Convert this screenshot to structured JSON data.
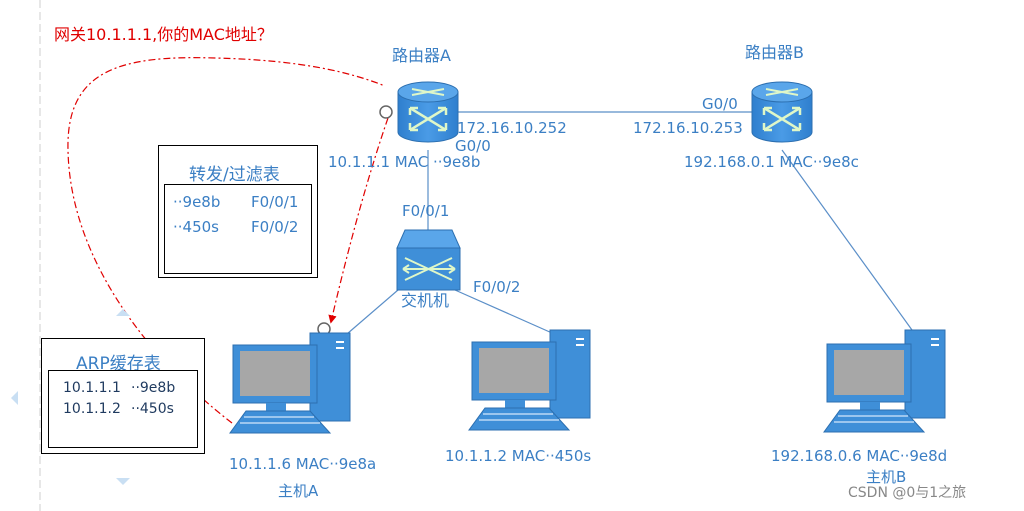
{
  "question": "网关10.1.1.1,你的MAC地址？",
  "routerA": {
    "name": "路由器A",
    "lan_info": "10.1.1.1 MAC ··9e8b",
    "wan_ip": "172.16.10.252",
    "lan_port": "G0/0"
  },
  "routerB": {
    "name": "路由器B",
    "wan_port": "G0/0",
    "wan_ip": "172.16.10.253",
    "lan_info": "192.168.0.1 MAC··9e8c"
  },
  "switch": {
    "name": "交机机",
    "port_up": "F0/0/1",
    "port_right": "F0/0/2"
  },
  "forward_table": {
    "title": "转发/过滤表",
    "rows": [
      {
        "mac": "··9e8b",
        "port": "F0/0/1"
      },
      {
        "mac": "··450s",
        "port": "F0/0/2"
      }
    ]
  },
  "arp_table": {
    "title": "ARP缓存表",
    "rows": [
      {
        "ip": "10.1.1.1",
        "mac": "··9e8b"
      },
      {
        "ip": "10.1.1.2",
        "mac": "··450s"
      }
    ]
  },
  "hostA": {
    "info": "10.1.1.6 MAC··9e8a",
    "name": "主机A"
  },
  "host2": {
    "info": "10.1.1.2 MAC··450s"
  },
  "hostB": {
    "info": "192.168.0.6 MAC··9e8d",
    "name": "主机B"
  },
  "watermark": "CSDN @0与1之旅",
  "colors": {
    "device": "#3f8fd8",
    "device_dark": "#2c6fb0",
    "line": "#5b8fc8",
    "dashed": "#e00000",
    "label": "#3b7fc4"
  }
}
